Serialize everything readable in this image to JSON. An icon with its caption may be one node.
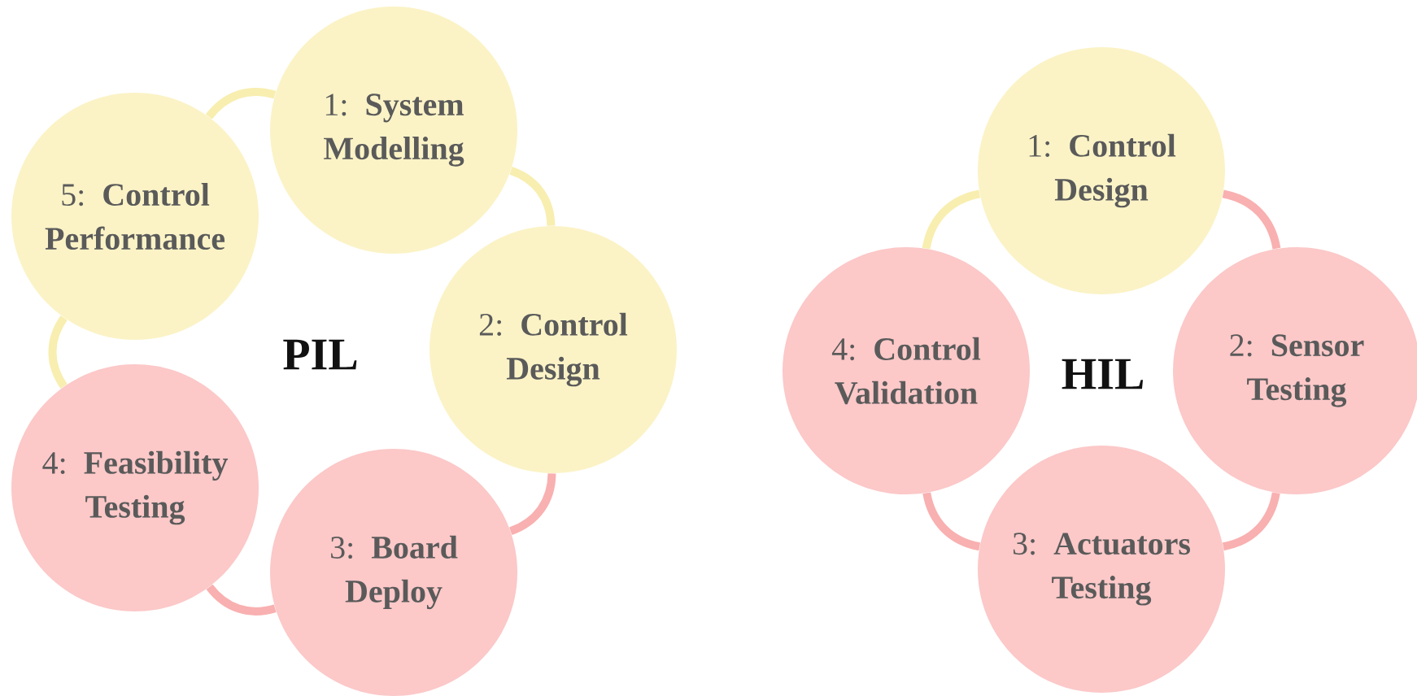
{
  "diagram": {
    "nodes": [
      {
        "text": [
          "1: **System Modelling**"
        ]
      },
      {
        "text": [
          "2: **Control Design**"
        ]
      },
      {
        "text": [
          "3: **Board Deploy**"
        ]
      },
      {
        "text": [
          "4: **Feasibility Testing**"
        ]
      },
      {
        "text": [
          "5: **Control Performance**"
        ]
      },
      {
        "text": [
          "1: **Control Design**"
        ]
      },
      {
        "text": [
          "2: **Sensor Testing**"
        ]
      },
      {
        "text": [
          "3: **Actuators Testing**"
        ]
      },
      {
        "text": [
          "4: **Control Validation**"
        ]
      }
    ],
    "edges": [
      {
        "from": 0,
        "to": 1,
        "arrow": "none",
        "color": "#f8eeb0"
      },
      {
        "from": 1,
        "to": 2,
        "arrow": "none",
        "color": "#f9b0b0"
      },
      {
        "from": 2,
        "to": 3,
        "arrow": "none",
        "color": "#f9b0b0"
      },
      {
        "from": 3,
        "to": 4,
        "arrow": "none",
        "color": "#f8eeb0"
      },
      {
        "from": 4,
        "to": 0,
        "arrow": "none",
        "color": "#f8eeb0"
      },
      {
        "from": 5,
        "to": 6,
        "arrow": "none",
        "color": "#f9b0b0"
      },
      {
        "from": 6,
        "to": 7,
        "arrow": "none",
        "color": "#f9b0b0"
      },
      {
        "from": 7,
        "to": 8,
        "arrow": "none",
        "color": "#f9b0b0"
      },
      {
        "from": 8,
        "to": 5,
        "arrow": "none",
        "color": "#f8eeb0"
      }
    ],
    "labels": [
      "PIL",
      "HIL"
    ]
  }
}
